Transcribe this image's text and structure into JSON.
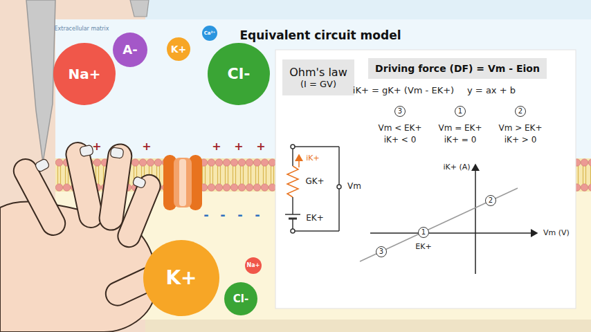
{
  "diagram": {
    "title": "Equivalent circuit model",
    "nodes": [
      {
        "text": [
          "Na+"
        ]
      },
      {
        "text": [
          "A-"
        ]
      },
      {
        "text": [
          "K+"
        ]
      },
      {
        "text": [
          "Ca²⁺"
        ]
      },
      {
        "text": [
          "Cl-"
        ]
      },
      {
        "text": [
          "Ohm's law",
          "(I = GV)"
        ]
      },
      {
        "text": [
          "Driving force (DF) = Vm - Eion"
        ]
      },
      {
        "text": [
          "3"
        ]
      },
      {
        "text": [
          "1"
        ]
      },
      {
        "text": [
          "2"
        ]
      },
      {
        "text": [
          "2"
        ]
      },
      {
        "text": [
          "1"
        ]
      },
      {
        "text": [
          "3"
        ]
      },
      {
        "text": [
          "K+"
        ]
      },
      {
        "text": [
          "Na+"
        ]
      },
      {
        "text": [
          "Cl-"
        ]
      }
    ],
    "labels": [
      "Extracellular matrix",
      "iK+ = gK+ (Vm - EK+)",
      "y = ax + b",
      "Vm < EK+",
      "iK+ < 0",
      "Vm = EK+",
      "iK+ = 0",
      "Vm > EK+",
      "iK+ > 0",
      "iK+",
      "GK+",
      "EK+",
      "Vm",
      "iK+ (A)",
      "Vm (V)",
      "EK+",
      "+",
      "+",
      "+",
      "+",
      "+",
      "-",
      "-",
      "-",
      "-"
    ]
  }
}
